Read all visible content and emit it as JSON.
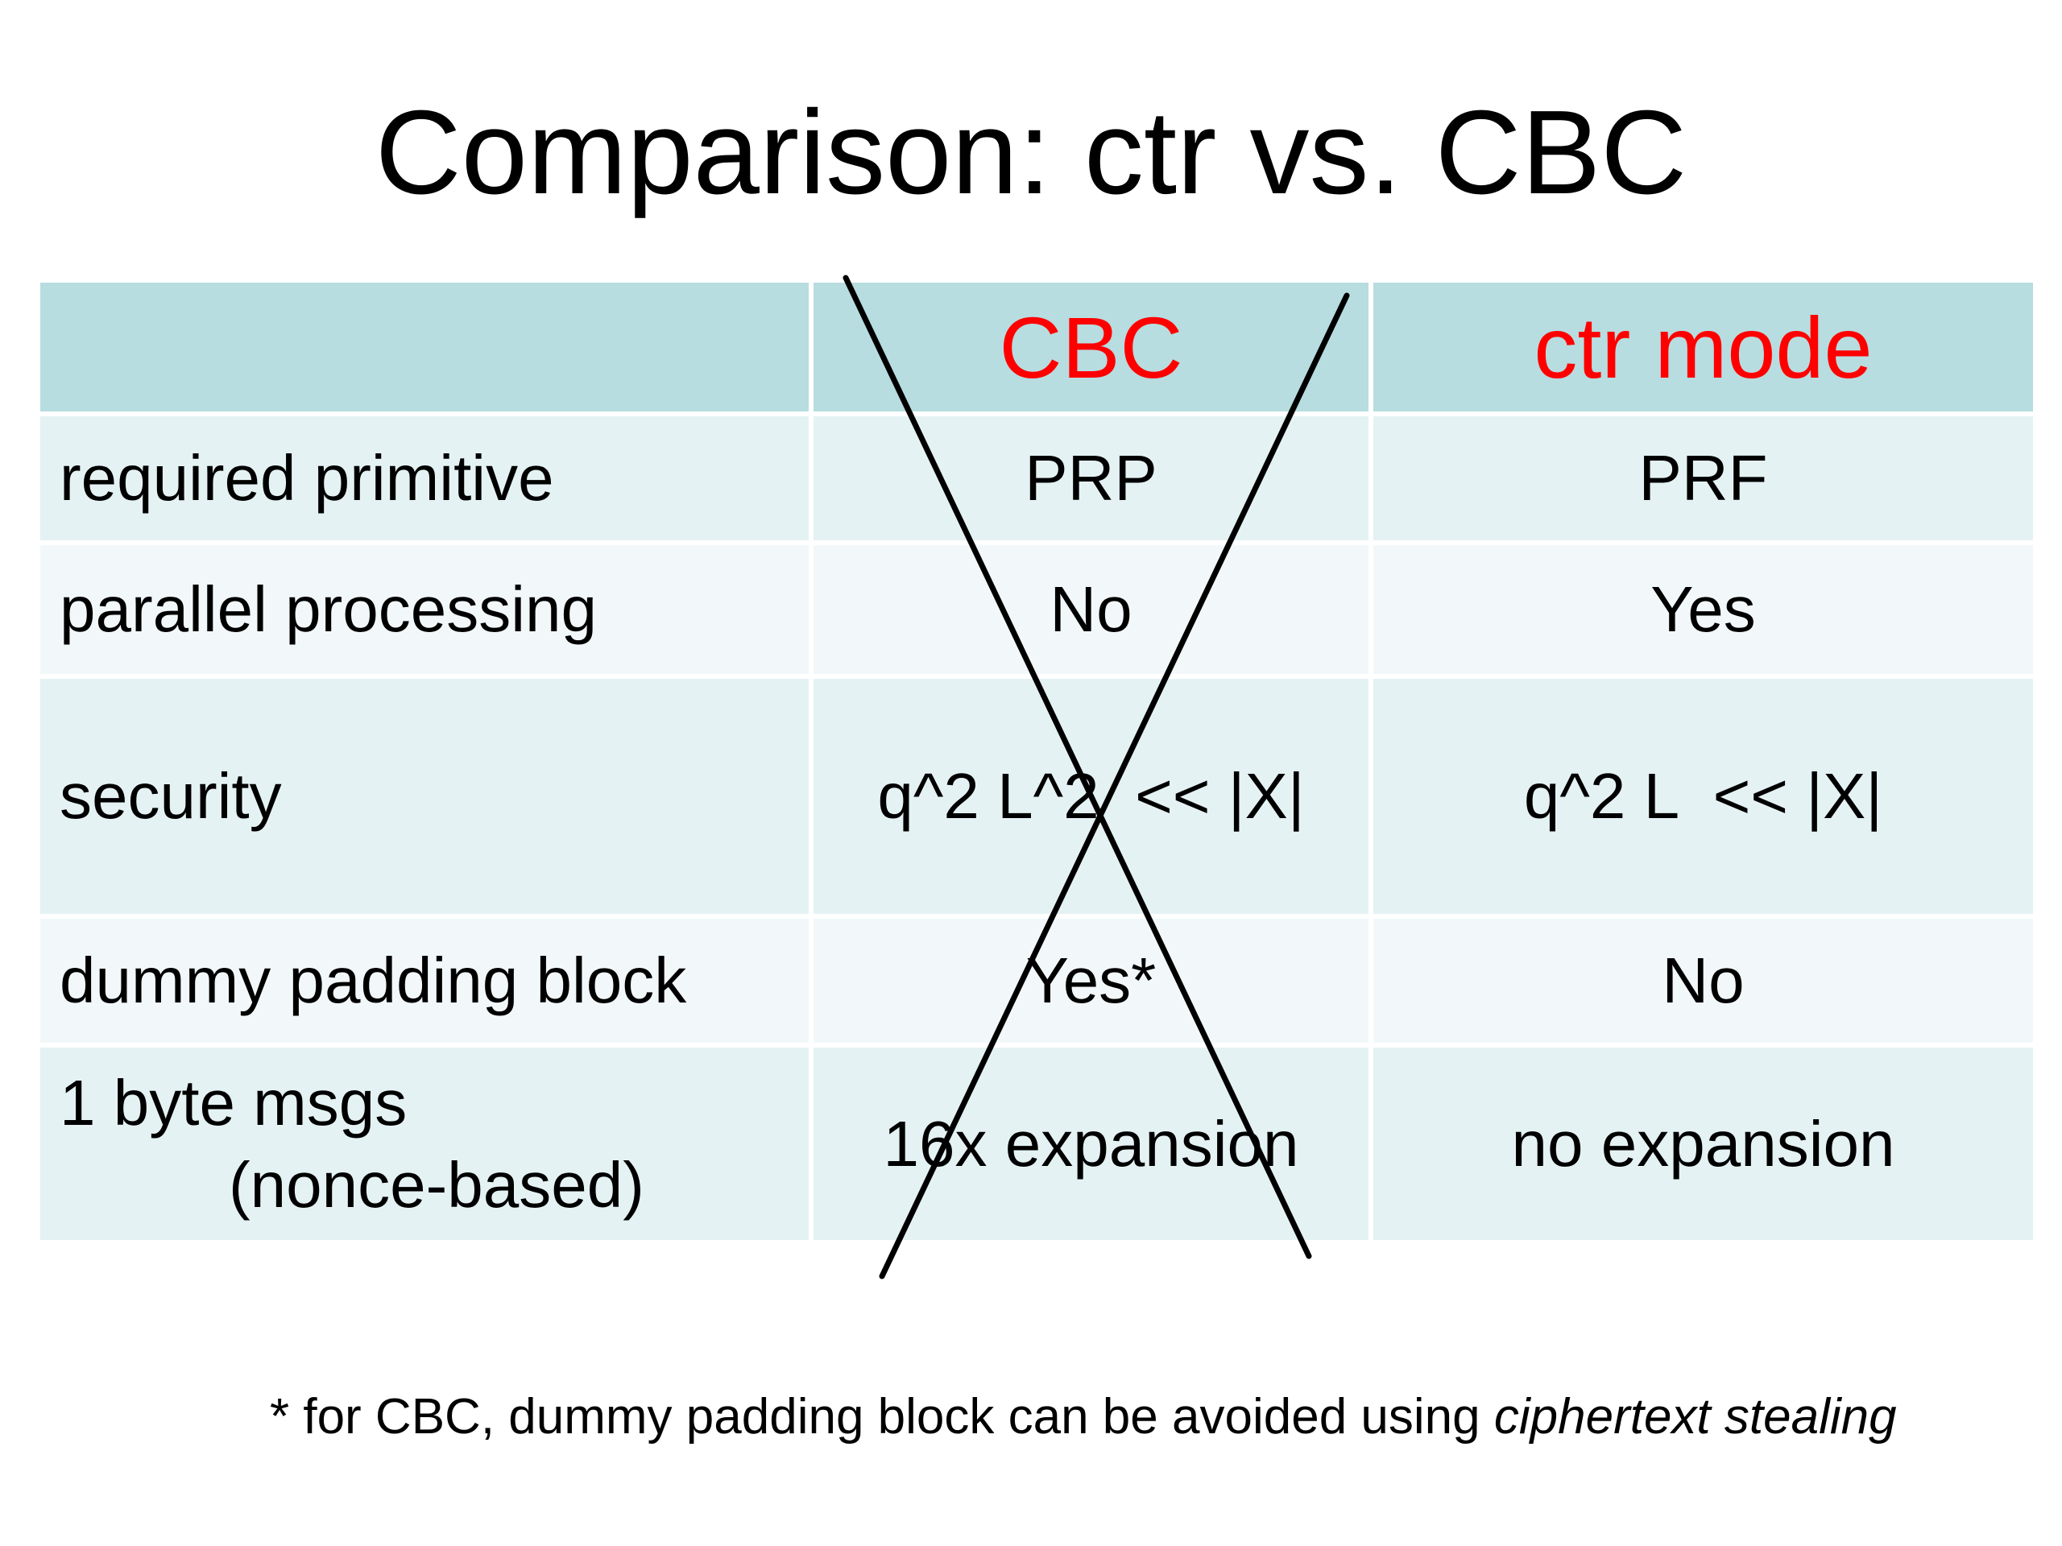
{
  "slide": {
    "title": "Comparison:  ctr vs. CBC"
  },
  "table": {
    "headers": {
      "label": "",
      "cbc": "CBC",
      "ctr": "ctr mode"
    },
    "rows": [
      {
        "label": "required primitive",
        "cbc": "PRP",
        "ctr": "PRF"
      },
      {
        "label": "parallel processing",
        "cbc": "No",
        "ctr": "Yes"
      },
      {
        "label": "security",
        "cbc": "q^2 L^2  << |X|",
        "ctr": "q^2 L  << |X|"
      },
      {
        "label": "dummy padding block",
        "cbc": "Yes*",
        "ctr": "No"
      },
      {
        "label": "1 byte msgs",
        "sublabel": "(nonce-based)",
        "cbc": "16x expansion",
        "ctr": "no expansion"
      }
    ],
    "header_text_color": "#ff0000",
    "header_bg_color": "#b7dde0",
    "row_bg_colors": [
      "#e5f2f3",
      "#f2f8f9"
    ]
  },
  "annotation": {
    "cbc_column_crossed_out": true
  },
  "footnote": {
    "prefix": "* for CBC, dummy padding block can be avoided using ",
    "emphasis": "ciphertext stealing"
  }
}
